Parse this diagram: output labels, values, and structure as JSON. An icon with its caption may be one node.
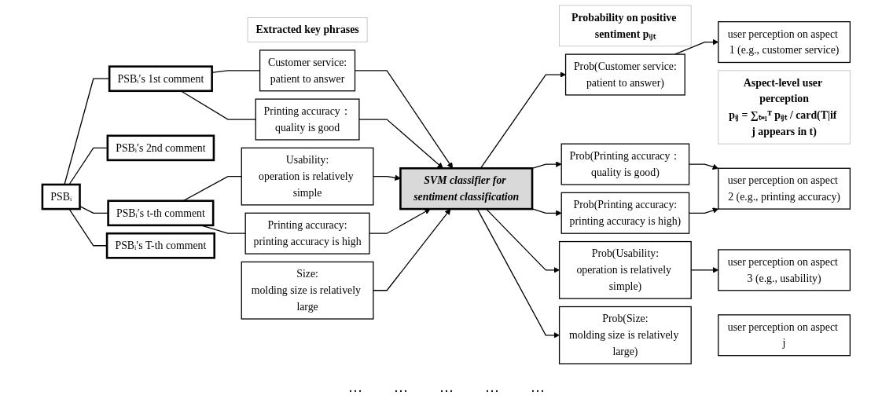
{
  "diagram": {
    "nodes": [
      {
        "text": [
          "Extracted key phrases"
        ]
      },
      {
        "text": [
          "Probability on positive sentiment pᵢⱼₜ"
        ]
      },
      {
        "text": [
          "Aspect-level user perception",
          "pᵢⱼ = ∑ₜ₌₁ᵀ pᵢⱼₜ / card(T|if j appears in t)"
        ]
      },
      {
        "text": [
          "PSBᵢ"
        ]
      },
      {
        "text": [
          "PSBᵢ′s 1st comment"
        ]
      },
      {
        "text": [
          "PSBᵢ′s 2nd comment"
        ]
      },
      {
        "text": [
          "PSBᵢ′s t-th comment"
        ]
      },
      {
        "text": [
          "PSBᵢ′s T-th comment"
        ]
      },
      {
        "text": [
          "Customer service:",
          "patient to answer"
        ]
      },
      {
        "text": [
          "Printing accuracy：",
          "quality is good"
        ]
      },
      {
        "text": [
          "Usability:",
          "operation is relatively simple"
        ]
      },
      {
        "text": [
          "Printing accuracy:",
          "printing accuracy is high"
        ]
      },
      {
        "text": [
          "Size:",
          "molding size is relatively large"
        ]
      },
      {
        "text": [
          "SVM classifier for sentiment classification"
        ]
      },
      {
        "text": [
          "Prob(Customer service:",
          "patient to answer)"
        ]
      },
      {
        "text": [
          "Prob(Printing accuracy：",
          "quality is good)"
        ]
      },
      {
        "text": [
          "Prob(Usability:",
          "operation is relatively simple)"
        ]
      },
      {
        "text": [
          "Prob(Printing accuracy:",
          "printing accuracy is high)"
        ]
      },
      {
        "text": [
          "Prob(Size:",
          "molding size is relatively large)"
        ]
      },
      {
        "text": [
          "user perception on aspect 1 (e.g., customer service)"
        ]
      },
      {
        "text": [
          "user perception on aspect 2 (e.g., printing accuracy)"
        ]
      },
      {
        "text": [
          "user perception on aspect 3 (e.g., usability)"
        ]
      },
      {
        "text": [
          "user perception on aspect j"
        ]
      }
    ],
    "edges": [
      {
        "from": 3,
        "to": 4,
        "arrow": "none"
      },
      {
        "from": 3,
        "to": 5,
        "arrow": "none"
      },
      {
        "from": 3,
        "to": 6,
        "arrow": "none"
      },
      {
        "from": 3,
        "to": 7,
        "arrow": "none"
      },
      {
        "from": 4,
        "to": 8,
        "arrow": "none"
      },
      {
        "from": 4,
        "to": 9,
        "arrow": "none"
      },
      {
        "from": 6,
        "to": 10,
        "arrow": "none"
      },
      {
        "from": 6,
        "to": 11,
        "arrow": "none"
      },
      {
        "from": 8,
        "to": 13,
        "arrow": "to"
      },
      {
        "from": 9,
        "to": 13,
        "arrow": "to"
      },
      {
        "from": 10,
        "to": 13,
        "arrow": "to"
      },
      {
        "from": 11,
        "to": 13,
        "arrow": "to"
      },
      {
        "from": 12,
        "to": 13,
        "arrow": "to"
      },
      {
        "from": 13,
        "to": 14,
        "arrow": "to"
      },
      {
        "from": 13,
        "to": 15,
        "arrow": "to"
      },
      {
        "from": 13,
        "to": 16,
        "arrow": "to"
      },
      {
        "from": 13,
        "to": 17,
        "arrow": "to"
      },
      {
        "from": 13,
        "to": 18,
        "arrow": "to"
      },
      {
        "from": 14,
        "to": 19,
        "arrow": "to"
      },
      {
        "from": 15,
        "to": 20,
        "arrow": "to"
      },
      {
        "from": 16,
        "to": 21,
        "arrow": "to"
      },
      {
        "from": 17,
        "to": 20,
        "arrow": "to"
      }
    ],
    "labels": [
      "…",
      "…",
      "…",
      "…",
      "…"
    ]
  }
}
